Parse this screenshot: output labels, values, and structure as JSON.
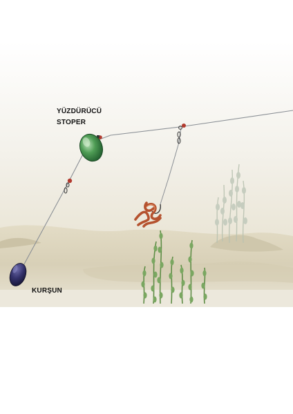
{
  "labels": {
    "float": "YÜZDÜRÜCÜ",
    "stopper": "STOPER",
    "sinker": "KURŞUN"
  },
  "colors": {
    "float": "#3f8f4a",
    "sinker": "#2c2a58",
    "bead": "#b23a2e",
    "line": "#8a8f95",
    "worm": "#b5522f",
    "seabed": "#ddd6bf",
    "weed": "#6f9a55"
  }
}
